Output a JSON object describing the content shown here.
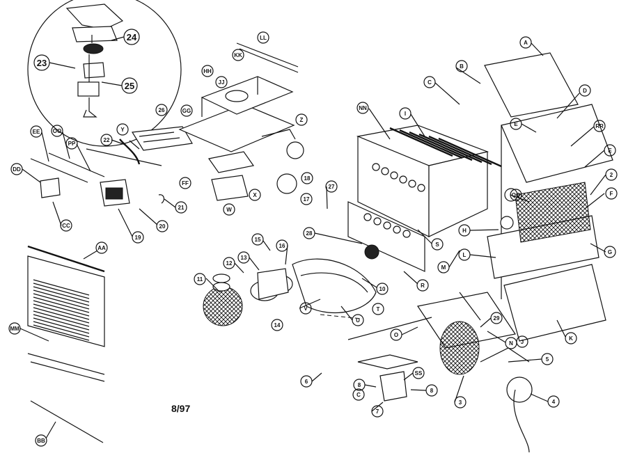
{
  "diagram": {
    "date_code": "8/97",
    "labels": [
      {
        "id": "A",
        "text": "A"
      },
      {
        "id": "B",
        "text": "B"
      },
      {
        "id": "C",
        "text": "C"
      },
      {
        "id": "D",
        "text": "D"
      },
      {
        "id": "E1",
        "text": "E"
      },
      {
        "id": "E2",
        "text": "E"
      },
      {
        "id": "RR",
        "text": "RR"
      },
      {
        "id": "2",
        "text": "2"
      },
      {
        "id": "F",
        "text": "F"
      },
      {
        "id": "G",
        "text": "G"
      },
      {
        "id": "QQ",
        "text": "QQ"
      },
      {
        "id": "H",
        "text": "H"
      },
      {
        "id": "L",
        "text": "L"
      },
      {
        "id": "K",
        "text": "K"
      },
      {
        "id": "M",
        "text": "M"
      },
      {
        "id": "N",
        "text": "N"
      },
      {
        "id": "J",
        "text": "J"
      },
      {
        "id": "29",
        "text": "29"
      },
      {
        "id": "O",
        "text": "O"
      },
      {
        "id": "5",
        "text": "5"
      },
      {
        "id": "4",
        "text": "4"
      },
      {
        "id": "3",
        "text": "3"
      },
      {
        "id": "SS",
        "text": "SS"
      },
      {
        "id": "8a",
        "text": "8"
      },
      {
        "id": "8b",
        "text": "8"
      },
      {
        "id": "7",
        "text": "7"
      },
      {
        "id": "Ca",
        "text": "C"
      },
      {
        "id": "6",
        "text": "6"
      },
      {
        "id": "NN",
        "text": "NN"
      },
      {
        "id": "I",
        "text": "I"
      },
      {
        "id": "S",
        "text": "S"
      },
      {
        "id": "R",
        "text": "R"
      },
      {
        "id": "10",
        "text": "10"
      },
      {
        "id": "28",
        "text": "28"
      },
      {
        "id": "27",
        "text": "27"
      },
      {
        "id": "16",
        "text": "16"
      },
      {
        "id": "15",
        "text": "15"
      },
      {
        "id": "13",
        "text": "13"
      },
      {
        "id": "12",
        "text": "12"
      },
      {
        "id": "11",
        "text": "11"
      },
      {
        "id": "14",
        "text": "14"
      },
      {
        "id": "V",
        "text": "V"
      },
      {
        "id": "U",
        "text": "U"
      },
      {
        "id": "T",
        "text": "T"
      },
      {
        "id": "LL",
        "text": "LL"
      },
      {
        "id": "KK",
        "text": "KK"
      },
      {
        "id": "HH",
        "text": "HH"
      },
      {
        "id": "JJ",
        "text": "JJ"
      },
      {
        "id": "GG",
        "text": "GG"
      },
      {
        "id": "Z",
        "text": "Z"
      },
      {
        "id": "18",
        "text": "18"
      },
      {
        "id": "17",
        "text": "17"
      },
      {
        "id": "X",
        "text": "X"
      },
      {
        "id": "W",
        "text": "W"
      },
      {
        "id": "26",
        "text": "26"
      },
      {
        "id": "FF",
        "text": "FF"
      },
      {
        "id": "Y",
        "text": "Y"
      },
      {
        "id": "22",
        "text": "22"
      },
      {
        "id": "21",
        "text": "21"
      },
      {
        "id": "20",
        "text": "20"
      },
      {
        "id": "19",
        "text": "19"
      },
      {
        "id": "EE",
        "text": "EE"
      },
      {
        "id": "OO",
        "text": "OO"
      },
      {
        "id": "PP",
        "text": "PP"
      },
      {
        "id": "DD",
        "text": "DD"
      },
      {
        "id": "CC",
        "text": "CC"
      },
      {
        "id": "AA",
        "text": "AA"
      },
      {
        "id": "MM",
        "text": "MM"
      },
      {
        "id": "BB",
        "text": "BB"
      },
      {
        "id": "23",
        "text": "23"
      },
      {
        "id": "24",
        "text": "24"
      },
      {
        "id": "25",
        "text": "25"
      }
    ]
  }
}
